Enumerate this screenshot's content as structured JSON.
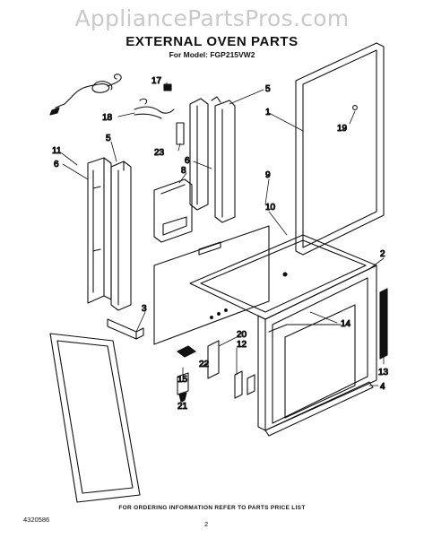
{
  "watermark": "AppliancePartsPros.com",
  "title": "EXTERNAL OVEN PARTS",
  "model": "For Model: FGP215VW2",
  "callouts": {
    "c1": "1",
    "c2": "2",
    "c3": "3",
    "c4": "4",
    "c5a": "5",
    "c5b": "5",
    "c6a": "6",
    "c6b": "6",
    "c8": "8",
    "c9": "9",
    "c10": "10",
    "c11": "11",
    "c12": "12",
    "c13": "13",
    "c14": "14",
    "c15": "15",
    "c17": "17",
    "c18": "18",
    "c19": "19",
    "c20": "20",
    "c21": "21",
    "c22": "22",
    "c23": "23"
  },
  "footer": {
    "note": "FOR ORDERING INFORMATION REFER TO PARTS PRICE LIST",
    "part_number": "4320586",
    "page": "2"
  }
}
